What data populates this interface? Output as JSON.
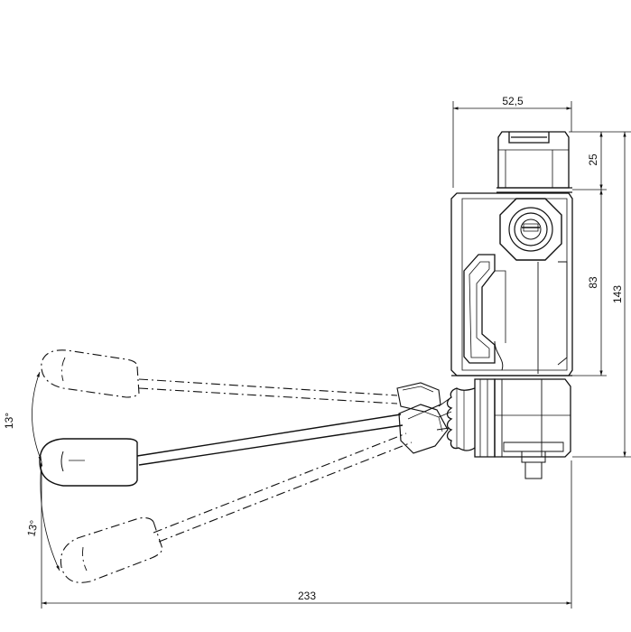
{
  "dimensions": {
    "top_width": "52,5",
    "top_height": "25",
    "body_height": "83",
    "total_height": "143",
    "overall_length": "233",
    "angle_upper": "13°",
    "angle_lower": "13°"
  }
}
